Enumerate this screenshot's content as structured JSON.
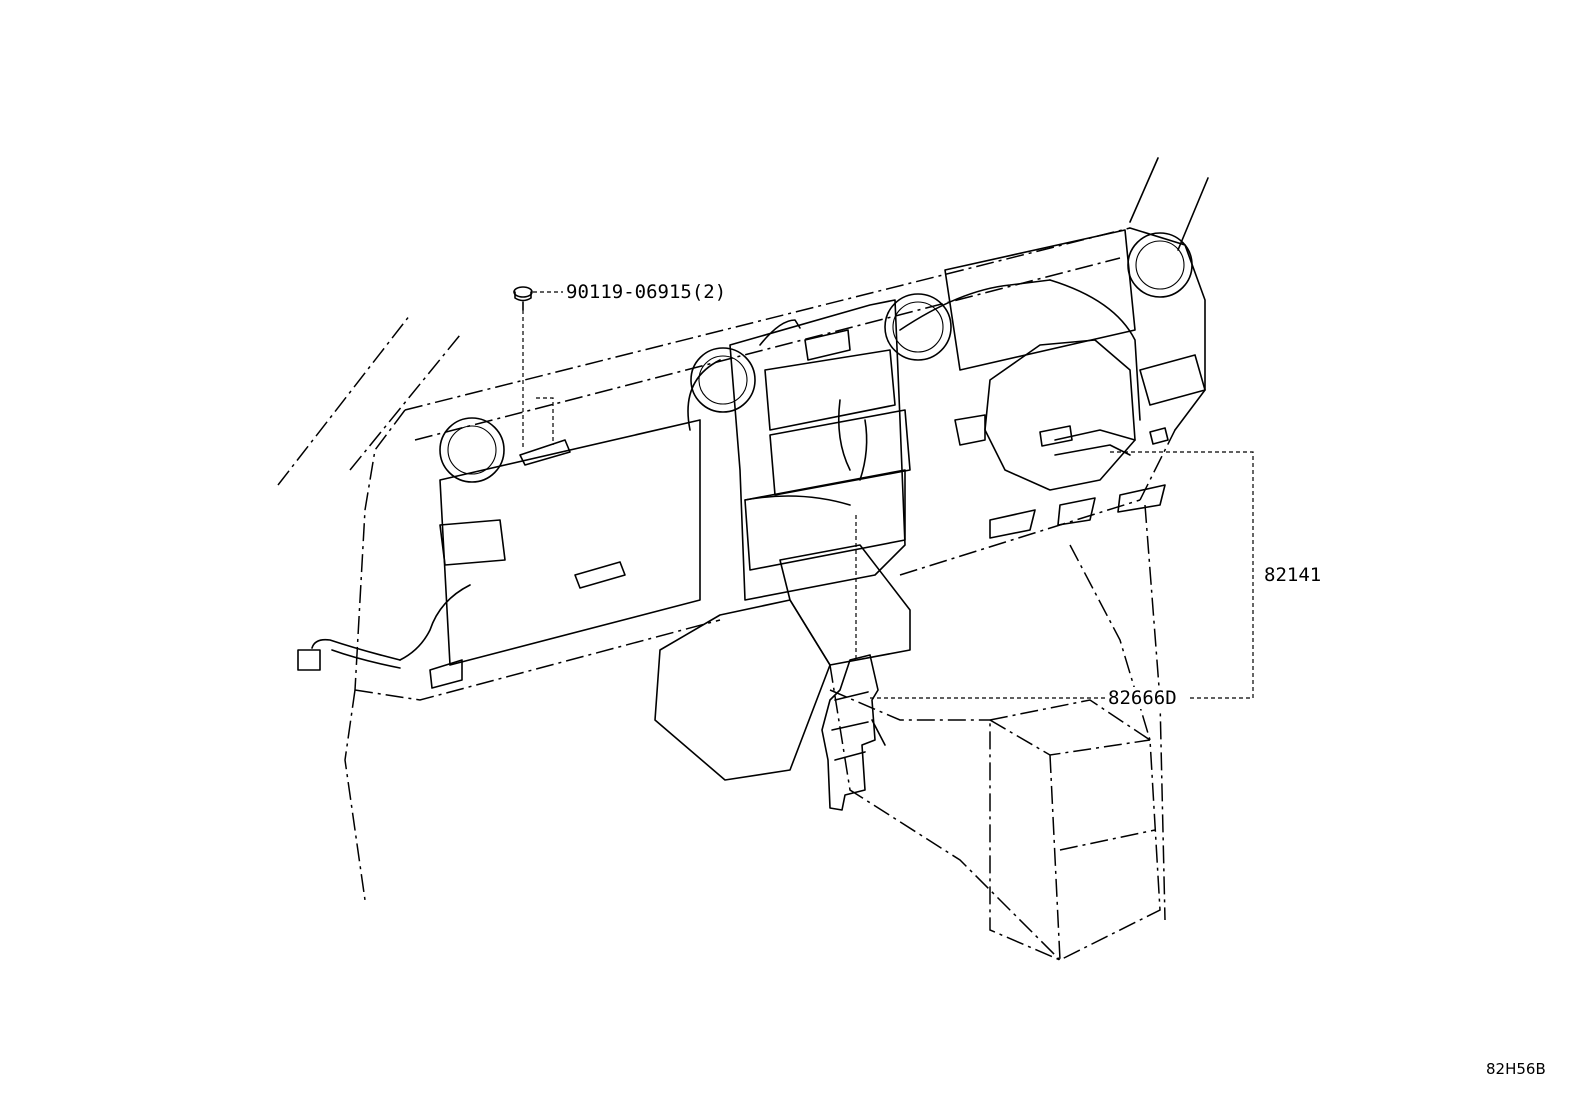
{
  "callouts": {
    "bolt": "90119-06915(2)",
    "harness": "82141",
    "bracket": "82666D"
  },
  "drawing_code": "82H56B"
}
